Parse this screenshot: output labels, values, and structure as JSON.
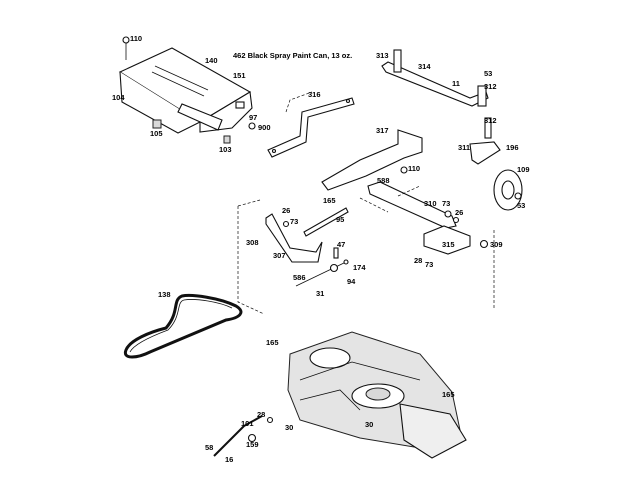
{
  "note": "462  Black Spray Paint Can, 13 oz.",
  "parts": {
    "p110a": "110",
    "p140": "140",
    "p151": "151",
    "p104": "104",
    "p105a": "105",
    "p97": "97",
    "p103": "103",
    "p900": "900",
    "p316": "316",
    "p313": "313",
    "p314": "314",
    "p11": "11",
    "p53a": "53",
    "p312a": "312",
    "p312b": "312",
    "p317": "317",
    "p311": "311",
    "p196": "196",
    "p109": "109",
    "p53b": "53",
    "p110b": "110",
    "p588": "588",
    "p165a": "165",
    "p310": "310",
    "p73a": "73",
    "p26a": "26",
    "p95": "95",
    "p26b": "26",
    "p73b": "73",
    "p308": "308",
    "p307": "307",
    "p315": "315",
    "p309": "309",
    "p28a": "28",
    "p73c": "73",
    "p47": "47",
    "p174": "174",
    "p586": "586",
    "p94": "94",
    "p31": "31",
    "p138": "138",
    "p165b": "165",
    "p165c": "165",
    "p28b": "28",
    "p101": "101",
    "p30a": "30",
    "p30b": "30",
    "p159": "159",
    "p58": "58",
    "p16": "16"
  }
}
